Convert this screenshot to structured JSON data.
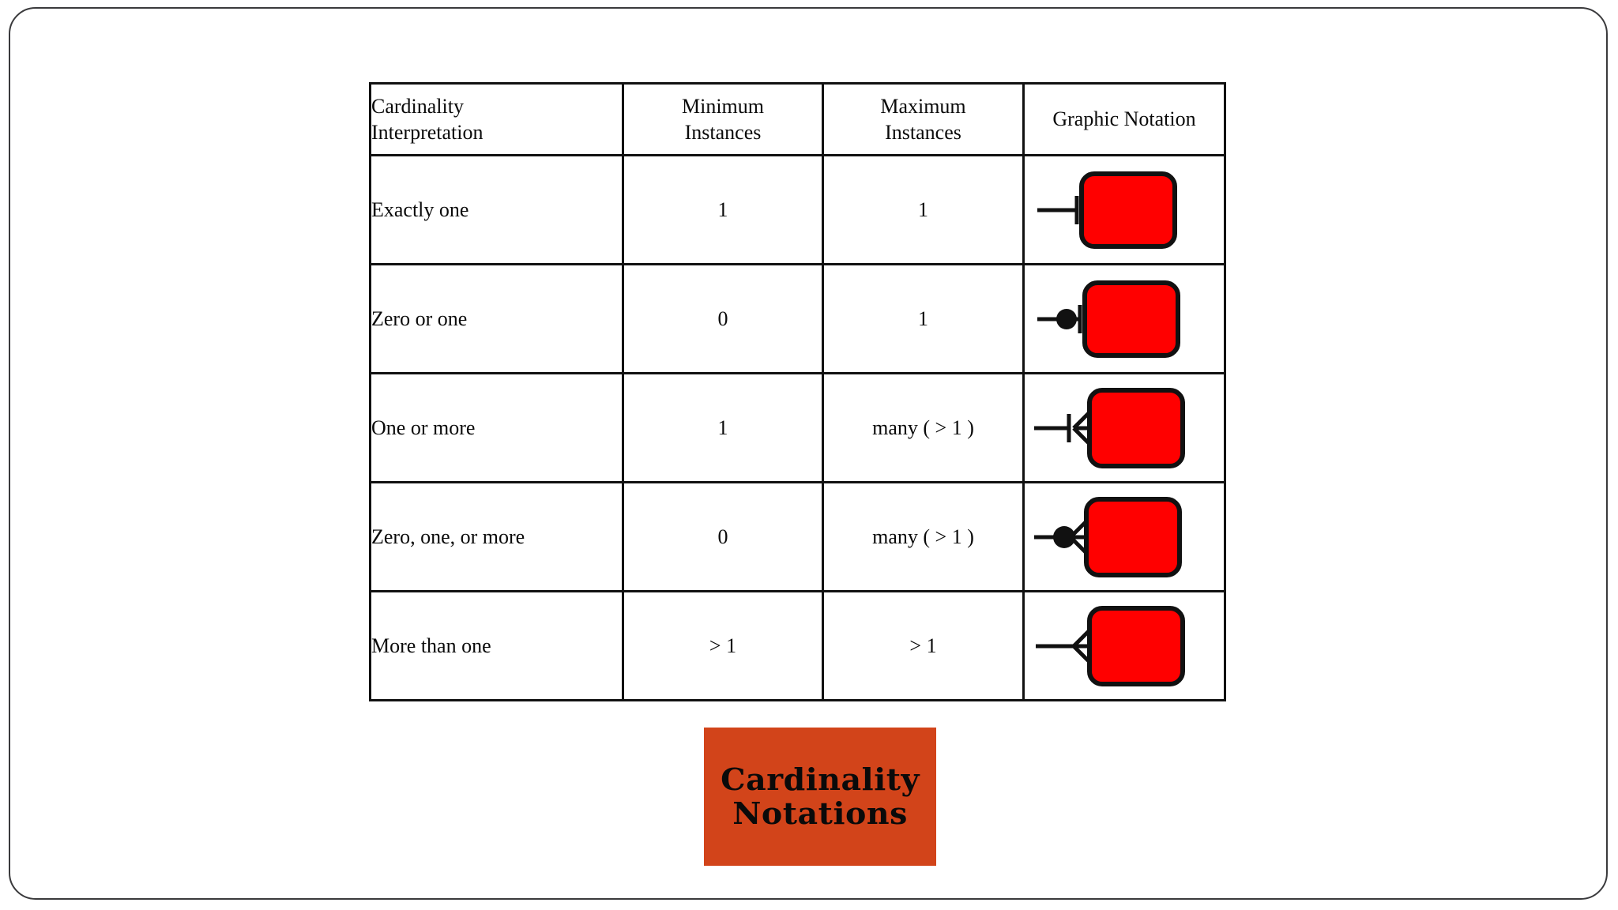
{
  "table": {
    "headers": [
      {
        "name": "cardinality-interpretation",
        "line1": "Cardinality",
        "line2": "Interpretation"
      },
      {
        "name": "minimum-instances",
        "line1": "Minimum",
        "line2": "Instances"
      },
      {
        "name": "maximum-instances",
        "line1": "Maximum",
        "line2": "Instances"
      },
      {
        "name": "graphic-notation",
        "line1": "Graphic Notation",
        "line2": ""
      }
    ],
    "rows": [
      {
        "interpretation": "Exactly one",
        "minimum": "1",
        "maximum": "1",
        "notation": "one-and-only-one",
        "notation_parts": [
          "line",
          "one-bar",
          "entity-box"
        ]
      },
      {
        "interpretation": "Zero or one",
        "minimum": "0",
        "maximum": "1",
        "notation": "zero-or-one",
        "notation_parts": [
          "line",
          "zero-circle",
          "one-bar",
          "entity-box"
        ]
      },
      {
        "interpretation": "One or more",
        "minimum": "1",
        "maximum": "many ( > 1 )",
        "notation": "one-or-many",
        "notation_parts": [
          "line",
          "one-bar",
          "crows-foot",
          "entity-box"
        ]
      },
      {
        "interpretation": "Zero, one, or more",
        "minimum": "0",
        "maximum": "many ( > 1 )",
        "notation": "zero-one-or-many",
        "notation_parts": [
          "line",
          "zero-circle",
          "crows-foot",
          "entity-box"
        ]
      },
      {
        "interpretation": "More than one",
        "minimum": "> 1",
        "maximum": "> 1",
        "notation": "many",
        "notation_parts": [
          "line",
          "crows-foot",
          "entity-box"
        ]
      }
    ]
  },
  "caption": {
    "text": "Cardinality\nNotations"
  },
  "colors": {
    "entity_fill": "#FF0000",
    "entity_stroke": "#111111",
    "header_background": "#E3E3E3",
    "table_border": "#111111",
    "caption_background": "#D2441A",
    "caption_text": "#0A0A0A",
    "frame_border": "#3A3A3C",
    "page_background": "#FFFFFF"
  }
}
